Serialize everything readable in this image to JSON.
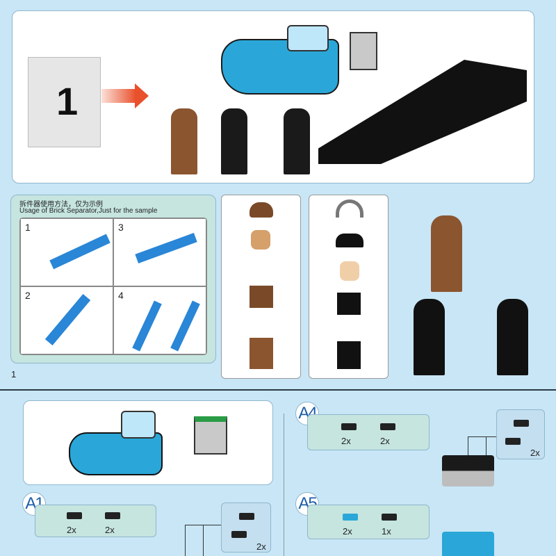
{
  "overview": {
    "bag_number": "1"
  },
  "separator": {
    "title_cn": "拆件器使用方法，仅为示例",
    "title_en": "Usage of Brick Separator,Just for the sample",
    "steps": [
      "1",
      "3",
      "2",
      "4"
    ]
  },
  "page_number": "1",
  "steps": [
    {
      "label": "A1",
      "parts": [
        {
          "qty": "2x"
        },
        {
          "qty": "2x"
        }
      ],
      "sub_qty": "2x"
    },
    {
      "label": "A4",
      "parts": [
        {
          "qty": "2x"
        },
        {
          "qty": "2x"
        }
      ],
      "sub_qty": "2x"
    },
    {
      "label": "A5",
      "parts": [
        {
          "qty": "2x"
        },
        {
          "qty": "1x"
        }
      ]
    }
  ],
  "colors": {
    "background": "#c8e6f6",
    "accent": "#1d5ea8",
    "vehicle": "#2aa7d8"
  }
}
